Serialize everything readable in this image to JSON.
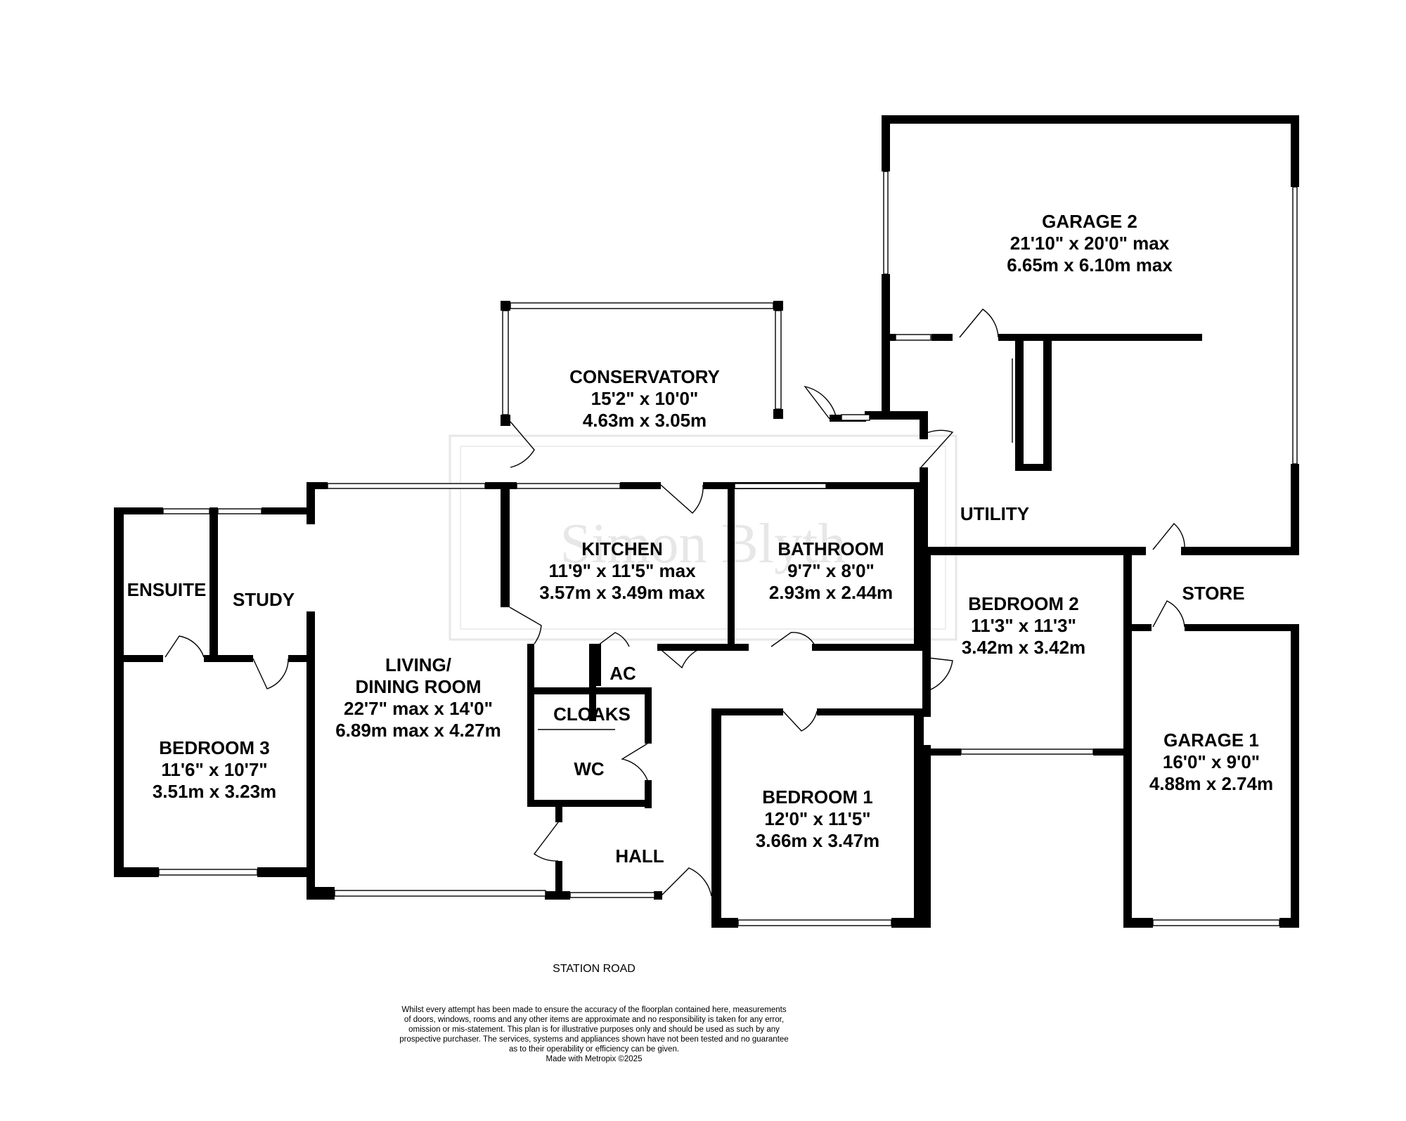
{
  "rooms": {
    "garage2": {
      "name": "GARAGE 2",
      "imperial": "21'10\"  x 20'0\" max",
      "metric": "6.65m  x 6.10m max"
    },
    "conservatory": {
      "name": "CONSERVATORY",
      "imperial": "15'2\"  x 10'0\"",
      "metric": "4.63m  x 3.05m"
    },
    "utility": {
      "name": "UTILITY"
    },
    "kitchen": {
      "name": "KITCHEN",
      "imperial": "11'9\"  x 11'5\" max",
      "metric": "3.57m  x 3.49m max"
    },
    "bathroom": {
      "name": "BATHROOM",
      "imperial": "9'7\"  x 8'0\"",
      "metric": "2.93m  x 2.44m"
    },
    "ensuite": {
      "name": "ENSUITE"
    },
    "study": {
      "name": "STUDY"
    },
    "store": {
      "name": "STORE"
    },
    "bedroom2": {
      "name": "BEDROOM 2",
      "imperial": "11'3\"  x 11'3\"",
      "metric": "3.42m  x 3.42m"
    },
    "living": {
      "name1": "LIVING/",
      "name2": "DINING ROOM",
      "imperial": "22'7\" max x 14'0\"",
      "metric": "6.89m max x 4.27m"
    },
    "ac": {
      "name": "AC"
    },
    "cloaks": {
      "name": "CLOAKS"
    },
    "wc": {
      "name": "WC"
    },
    "bedroom3": {
      "name": "BEDROOM 3",
      "imperial": "11'6\"  x 10'7\"",
      "metric": "3.51m  x 3.23m"
    },
    "garage1": {
      "name": "GARAGE 1",
      "imperial": "16'0\"  x 9'0\"",
      "metric": "4.88m  x 2.74m"
    },
    "bedroom1": {
      "name": "BEDROOM 1",
      "imperial": "12'0\"  x 11'5\"",
      "metric": "3.66m  x 3.47m"
    },
    "hall": {
      "name": "HALL"
    }
  },
  "street": "STATION ROAD",
  "disclaimer": {
    "line1": "Whilst every attempt has been made to ensure the accuracy of the floorplan contained here, measurements",
    "line2": "of doors, windows, rooms and any other items are approximate and no responsibility is taken for any error,",
    "line3": "omission or mis-statement. This plan is for illustrative purposes only and should be used as such by any",
    "line4": "prospective purchaser. The services, systems and appliances shown have not been tested and no guarantee",
    "line5": "as to their operability or efficiency can be given.",
    "line6": "Made with Metropix ©2025"
  },
  "watermark": "Simon Blyth",
  "colors": {
    "wall": "#000000",
    "background": "#ffffff",
    "watermark": "#e6e6e6"
  }
}
